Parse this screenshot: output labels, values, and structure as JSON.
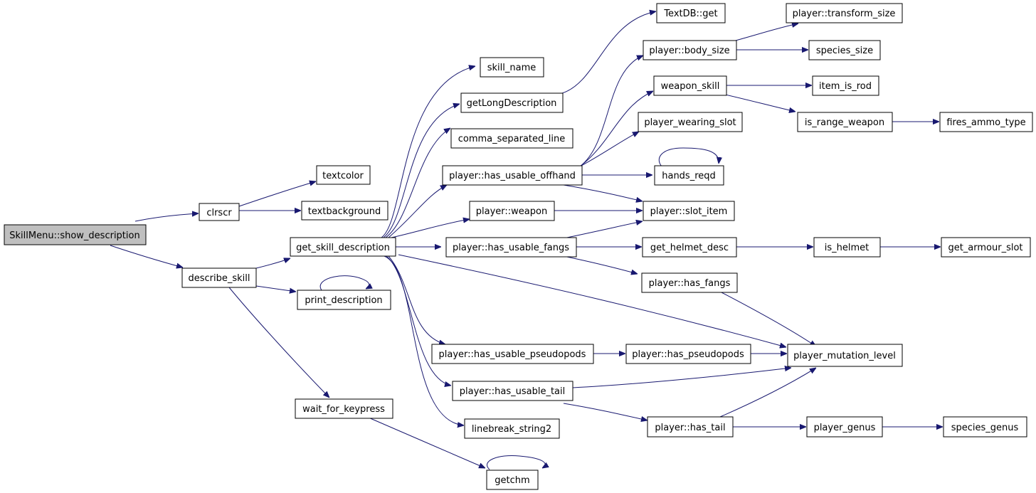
{
  "colors": {
    "edge": "#191970",
    "root_fill": "#bfbfbf",
    "node_fill": "#ffffff",
    "border": "#000000"
  },
  "nodes": {
    "show_description": "SkillMenu::show_description",
    "clrscr": "clrscr",
    "describe_skill": "describe_skill",
    "textcolor": "textcolor",
    "textbackground": "textbackground",
    "get_skill_description": "get_skill_description",
    "print_description": "print_description",
    "wait_for_keypress": "wait_for_keypress",
    "getchm": "getchm",
    "skill_name": "skill_name",
    "getLongDescription": "getLongDescription",
    "comma_separated_line": "comma_separated_line",
    "has_usable_offhand": "player::has_usable_offhand",
    "player_weapon": "player::weapon",
    "has_usable_fangs": "player::has_usable_fangs",
    "has_usable_pseudopods": "player::has_usable_pseudopods",
    "has_usable_tail": "player::has_usable_tail",
    "linebreak_string2": "linebreak_string2",
    "textdb_get": "TextDB::get",
    "body_size": "player::body_size",
    "weapon_skill": "weapon_skill",
    "player_wearing_slot": "player_wearing_slot",
    "hands_reqd": "hands_reqd",
    "slot_item": "player::slot_item",
    "get_helmet_desc": "get_helmet_desc",
    "has_fangs": "player::has_fangs",
    "has_pseudopods": "player::has_pseudopods",
    "has_tail": "player::has_tail",
    "transform_size": "player::transform_size",
    "species_size": "species_size",
    "item_is_rod": "item_is_rod",
    "is_range_weapon": "is_range_weapon",
    "is_helmet": "is_helmet",
    "mutation_level": "player_mutation_level",
    "player_genus": "player_genus",
    "fires_ammo_type": "fires_ammo_type",
    "get_armour_slot": "get_armour_slot",
    "species_genus": "species_genus"
  }
}
